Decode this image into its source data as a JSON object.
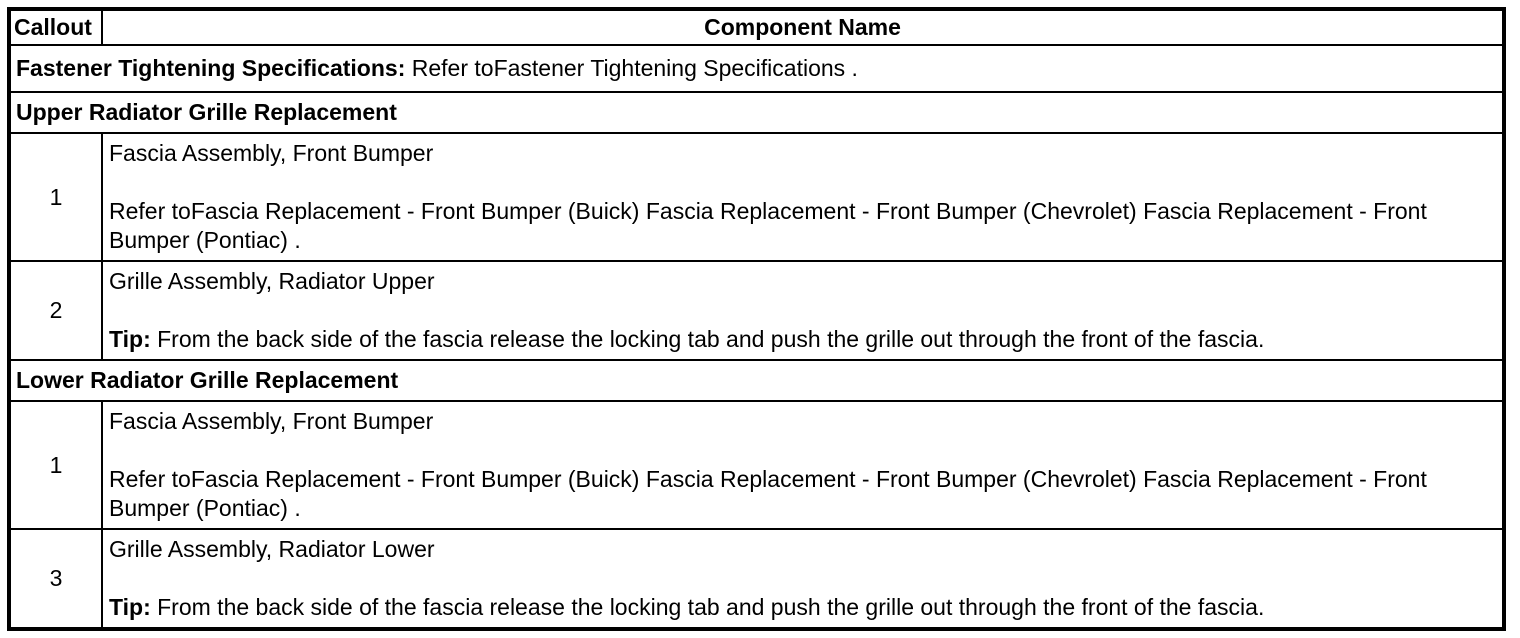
{
  "table": {
    "header": {
      "callout_label": "Callout",
      "component_label": "Component Name"
    },
    "fastener_row": {
      "bold": "Fastener Tightening Specifications:",
      "text": " Refer toFastener Tightening Specifications ."
    },
    "sections": [
      {
        "title": "Upper Radiator Grille Replacement",
        "items": [
          {
            "callout": "1",
            "name": "Fascia Assembly, Front Bumper",
            "detail_bold": "",
            "detail": "Refer toFascia Replacement - Front Bumper (Buick) Fascia Replacement - Front Bumper (Chevrolet) Fascia Replacement - Front Bumper (Pontiac) ."
          },
          {
            "callout": "2",
            "name": "Grille Assembly, Radiator Upper",
            "detail_bold": "Tip:",
            "detail": " From the back side of the fascia release the locking tab and push the grille out through the front of the fascia."
          }
        ]
      },
      {
        "title": "Lower Radiator Grille Replacement",
        "items": [
          {
            "callout": "1",
            "name": "Fascia Assembly, Front Bumper",
            "detail_bold": "",
            "detail": "Refer toFascia Replacement - Front Bumper (Buick) Fascia Replacement - Front Bumper (Chevrolet) Fascia Replacement - Front Bumper (Pontiac) ."
          },
          {
            "callout": "3",
            "name": "Grille Assembly, Radiator Lower",
            "detail_bold": "Tip:",
            "detail": " From the back side of the fascia release the locking tab and push the grille out through the front of the fascia."
          }
        ]
      }
    ]
  }
}
